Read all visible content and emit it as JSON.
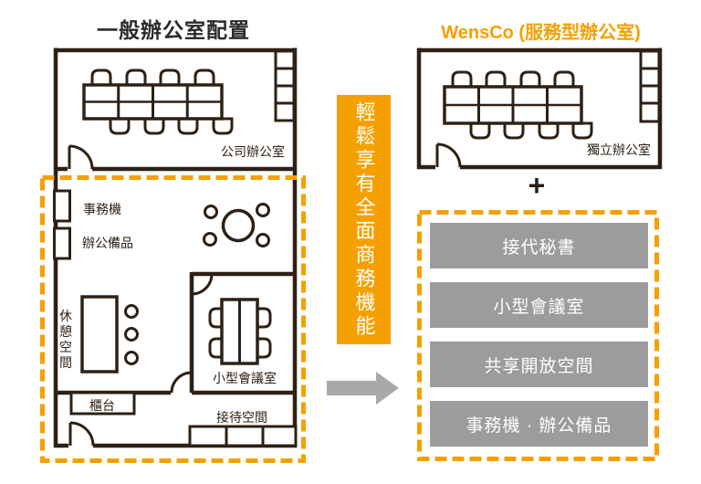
{
  "titles": {
    "left": "一般辦公室配置",
    "right": "WensCo (服務型辦公室)"
  },
  "banner": {
    "text": "輕鬆享有全面商務機能",
    "color": "#F5A000"
  },
  "plus": "+",
  "left_plan": {
    "office": "公司辦公室",
    "copier": "事務機",
    "supplies": "辦公備品",
    "rest": [
      "休",
      "憩",
      "空",
      "間"
    ],
    "meeting": "小型會議室",
    "counter": "櫃台",
    "reception": "接待空間"
  },
  "right_plan": {
    "office": "獨立辦公室"
  },
  "features": [
    "接代秘書",
    "小型會議室",
    "共享開放空間",
    "事務機 · 辦公備品"
  ],
  "colors": {
    "accent_orange": "#F5A000",
    "plan_line": "#2E2014",
    "feature_bar_gray": "#9C9C9C",
    "arrow_gray": "#A9A9A9"
  }
}
